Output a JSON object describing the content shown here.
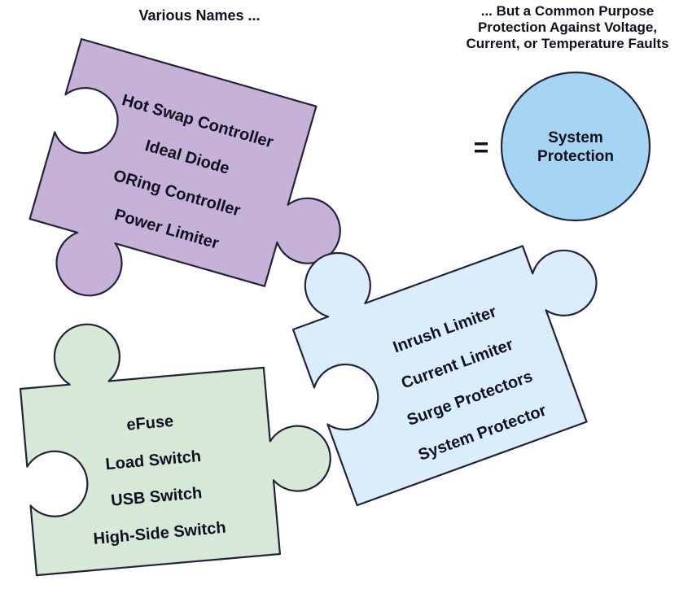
{
  "headings": {
    "left": "Various Names ...",
    "right_line1": "... But a Common Purpose",
    "right_line2": "Protection Against Voltage,",
    "right_line3": "Current, or Temperature Faults"
  },
  "equals_sign": "=",
  "circle": {
    "fill": "#a5d5f3",
    "label_line1": "System",
    "label_line2": "Protection"
  },
  "pieces": [
    {
      "id": "purple",
      "fill": "#c6b2d8",
      "labels": [
        "Hot Swap Controller",
        "Ideal Diode",
        "ORing Controller",
        "Power Limiter"
      ]
    },
    {
      "id": "green",
      "fill": "#d5e9d6",
      "labels": [
        "eFuse",
        "Load Switch",
        "USB Switch",
        "High-Side Switch"
      ]
    },
    {
      "id": "blue",
      "fill": "#d9edfb",
      "labels": [
        "Inrush Limiter",
        "Current Limiter",
        "Surge Protectors",
        "System Protector"
      ]
    }
  ],
  "colors": {
    "outline": "#23233a",
    "text": "#101020",
    "background": "#ffffff"
  }
}
